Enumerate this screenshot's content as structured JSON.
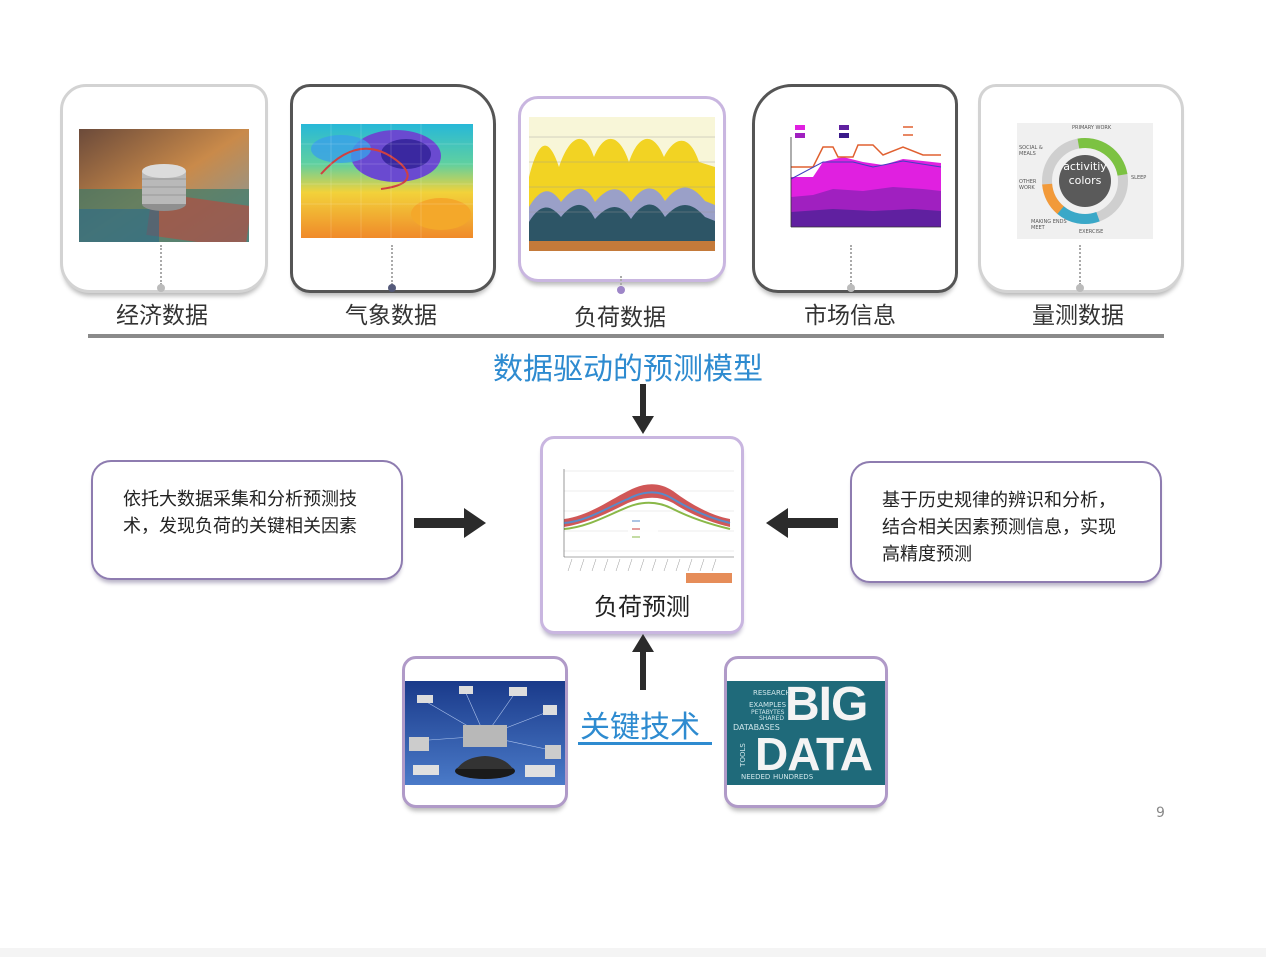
{
  "sources": [
    {
      "label": "经济数据",
      "icon": "coins-money-image"
    },
    {
      "label": "气象数据",
      "icon": "weather-map-image"
    },
    {
      "label": "负荷数据",
      "icon": "load-area-chart-image"
    },
    {
      "label": "市场信息",
      "icon": "market-chart-image"
    },
    {
      "label": "量测数据",
      "icon": "activity-ring-image"
    }
  ],
  "activity_ring": {
    "center": "activitiy\ncolors",
    "labels": [
      "PRIMARY WORK",
      "SOCIAL & MEALS",
      "SLEEP",
      "OTHER WORK",
      "MAKING ENDS MEET",
      "EXERCISE"
    ]
  },
  "model_title": "数据驱动的预测模型",
  "left_text": "依托大数据采集和分析预测技术，发现负荷的关键相关因素",
  "right_text": "基于历史规律的辨识和分析，结合相关因素预测信息，实现高精度预测",
  "center_label": "负荷预测",
  "key_tech": "关键技术",
  "bigdata": {
    "big": "BIG",
    "data": "DATA",
    "words": [
      "RESEARCH",
      "EXAMPLES",
      "PETABYTES",
      "DATABASES",
      "SHARED",
      "NEEDED",
      "HUNDREDS",
      "TOOLS"
    ]
  },
  "page_number": "9",
  "colors": {
    "accent_blue": "#2e8bd0",
    "box_border": "#8e7cb0",
    "arrow": "#2b2b2b"
  }
}
